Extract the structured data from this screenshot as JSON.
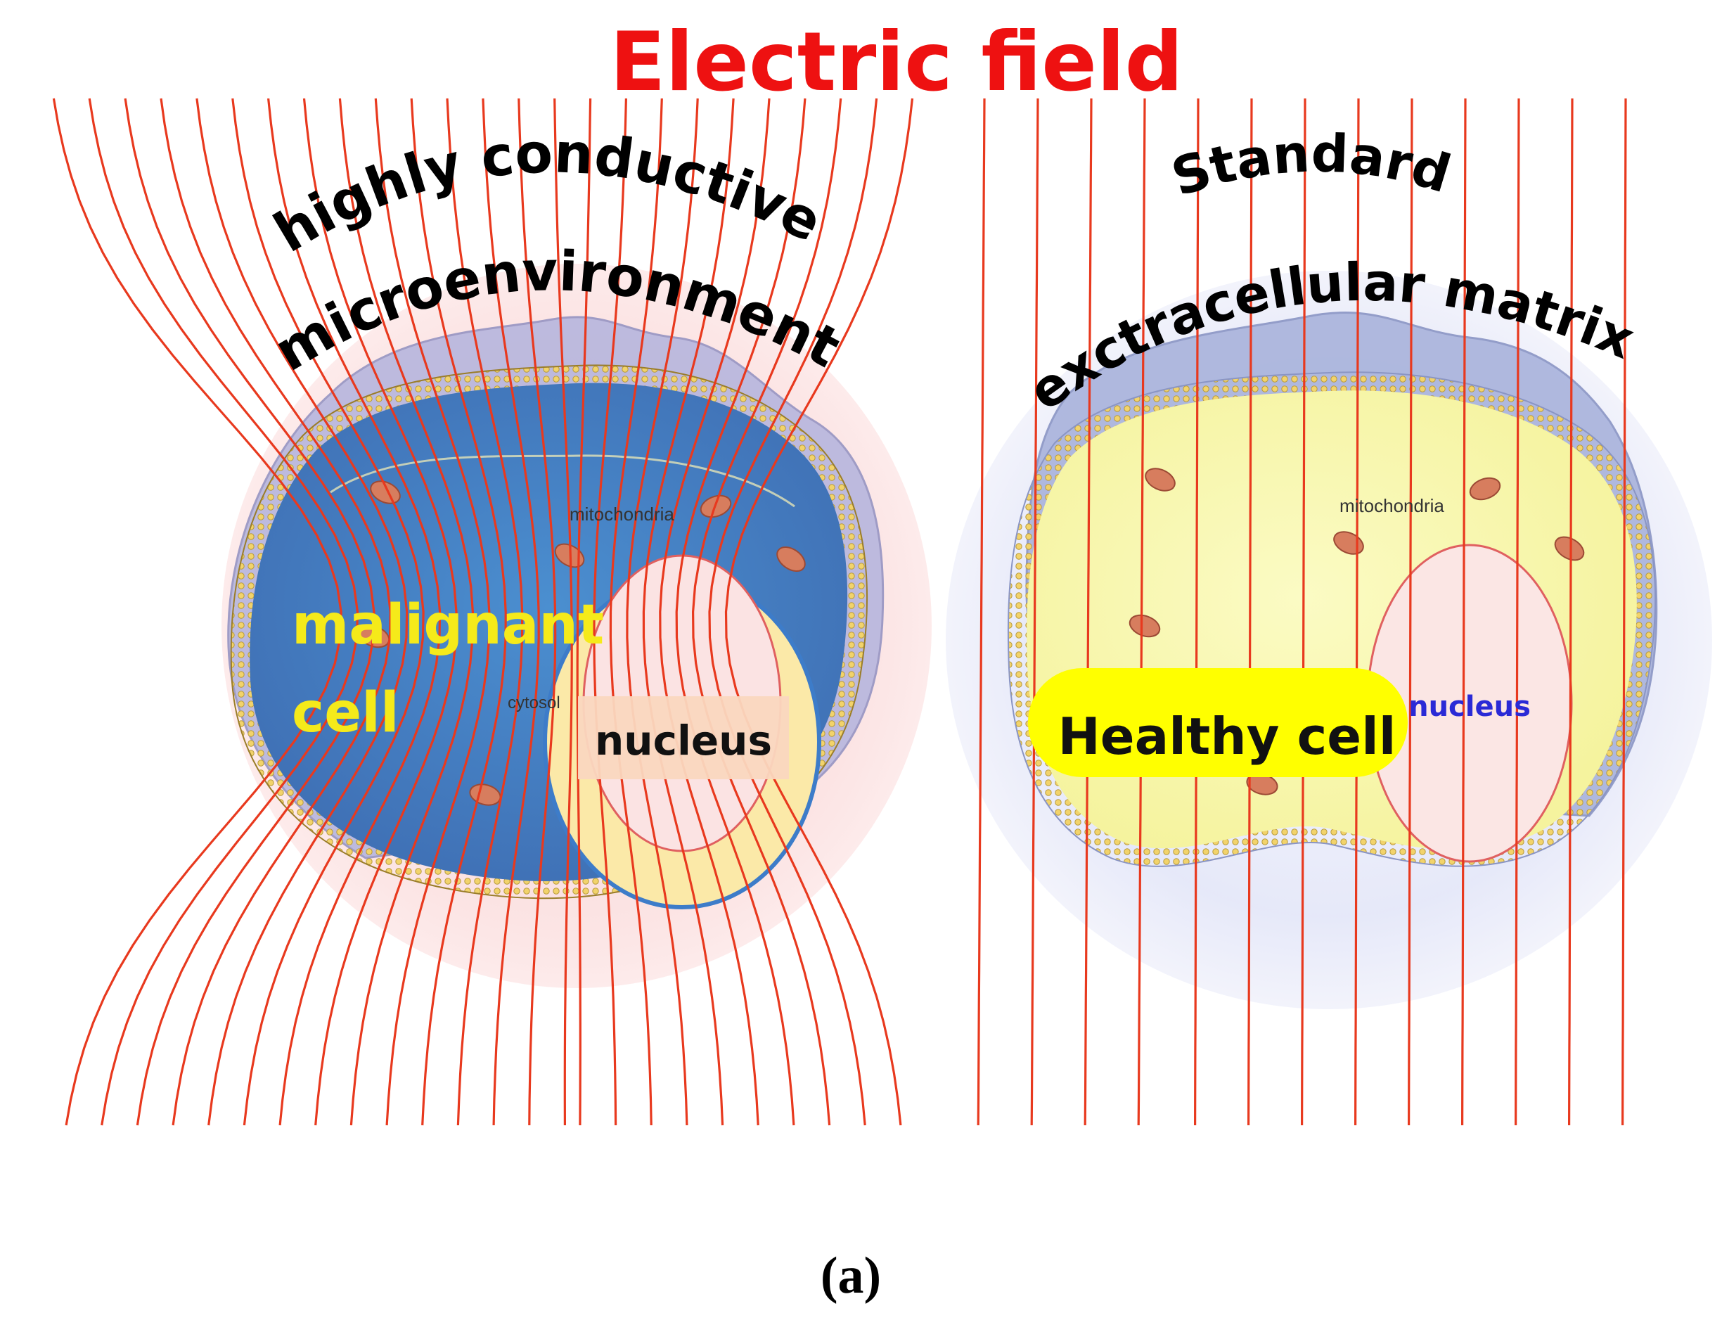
{
  "title": "Electric field",
  "panel_label": "(a)",
  "malignant": {
    "arc_line1": "highly conductive",
    "arc_line2": "microenvironment",
    "cell_label_line1": "malignant",
    "cell_label_line2": "cell",
    "mitochondria_label": "mitochondria",
    "cytosol_label": "cytosol",
    "nucleus_label": "nucleus"
  },
  "healthy": {
    "arc_line1": "Standard",
    "arc_line2": "exctracellular matrix",
    "cell_label": "Healthy cell",
    "mitochondria_label": "mitochondria",
    "nucleus_label": "nucleus"
  },
  "colors": {
    "field_line": "#e8391e",
    "title": "#ee1111",
    "malignant_label": "#f5ea1a",
    "healthy_label_bg": "#ffff00",
    "healthy_nucleus_label": "#2a2ad6",
    "malignant_halo": "#fbe0e0",
    "healthy_halo": "#e6e8f8"
  }
}
